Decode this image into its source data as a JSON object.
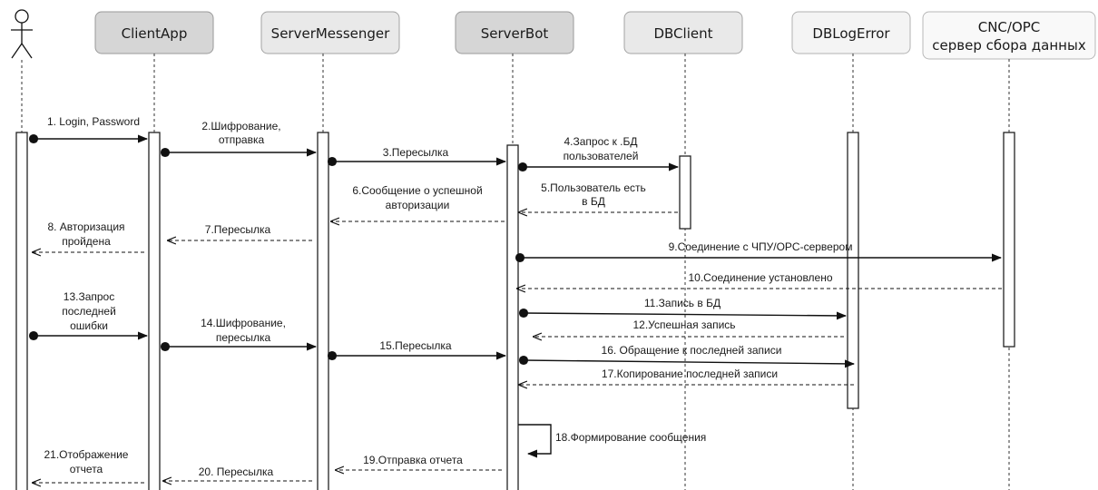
{
  "actor": {
    "name": ""
  },
  "participants": [
    {
      "id": "client",
      "label": "ClientApp",
      "fill": "#d6d6d6"
    },
    {
      "id": "srvmsg",
      "label": "ServerMessenger",
      "fill": "#e9e9e9"
    },
    {
      "id": "srvbot",
      "label": "ServerBot",
      "fill": "#d6d6d6"
    },
    {
      "id": "dbclient",
      "label": "DBClient",
      "fill": "#e9e9e9"
    },
    {
      "id": "dblog",
      "label": "DBLogError",
      "fill": "#f4f4f4"
    },
    {
      "id": "cnc",
      "label": "CNC/OPC",
      "label2": "сервер сбора данных",
      "fill": "#f9f9f9"
    }
  ],
  "messages": [
    {
      "n": 1,
      "from": "actor",
      "to": "client",
      "style": "solid",
      "label": [
        "1. Login, Password"
      ]
    },
    {
      "n": 2,
      "from": "client",
      "to": "srvmsg",
      "style": "solid",
      "label": [
        "2.Шифрование,",
        "отправка"
      ]
    },
    {
      "n": 3,
      "from": "srvmsg",
      "to": "srvbot",
      "style": "solid",
      "label": [
        "3.Пересылка"
      ]
    },
    {
      "n": 4,
      "from": "srvbot",
      "to": "dbclient",
      "style": "solid",
      "label": [
        "4.Запрос к .БД",
        "пользователей"
      ]
    },
    {
      "n": 5,
      "from": "dbclient",
      "to": "srvbot",
      "style": "dashed",
      "label": [
        "5.Пользователь есть",
        "в БД"
      ]
    },
    {
      "n": 6,
      "from": "srvbot",
      "to": "srvmsg",
      "style": "dashed",
      "label": [
        "6.Сообщение о успешной",
        "авторизации"
      ]
    },
    {
      "n": 7,
      "from": "srvmsg",
      "to": "client",
      "style": "dashed",
      "label": [
        "7.Пересылка"
      ]
    },
    {
      "n": 8,
      "from": "client",
      "to": "actor",
      "style": "dashed",
      "label": [
        "8. Авторизация",
        "пройдена"
      ]
    },
    {
      "n": 9,
      "from": "srvbot",
      "to": "cnc",
      "style": "solid",
      "label": [
        "9.Соединение с ЧПУ/OPC-сервером"
      ]
    },
    {
      "n": 10,
      "from": "cnc",
      "to": "srvbot",
      "style": "dashed",
      "label": [
        "10.Соединение установлено"
      ]
    },
    {
      "n": 11,
      "from": "srvbot",
      "to": "dblog",
      "style": "solid",
      "label": [
        "11.Запись в БД"
      ]
    },
    {
      "n": 12,
      "from": "dblog",
      "to": "srvbot",
      "style": "dashed",
      "label": [
        "12.Успешная запись"
      ]
    },
    {
      "n": 13,
      "from": "actor",
      "to": "client",
      "style": "solid",
      "label": [
        "13.Запрос",
        "последней",
        "ошибки"
      ]
    },
    {
      "n": 14,
      "from": "client",
      "to": "srvmsg",
      "style": "solid",
      "label": [
        "14.Шифрование,",
        "пересылка"
      ]
    },
    {
      "n": 15,
      "from": "srvmsg",
      "to": "srvbot",
      "style": "solid",
      "label": [
        "15.Пересылка"
      ]
    },
    {
      "n": 16,
      "from": "srvbot",
      "to": "dblog",
      "style": "solid",
      "label": [
        "16. Обращение к последней записи"
      ]
    },
    {
      "n": 17,
      "from": "dblog",
      "to": "srvbot",
      "style": "dashed",
      "label": [
        "17.Копирование последней записи"
      ]
    },
    {
      "n": 18,
      "from": "srvbot",
      "to": "srvbot",
      "style": "self",
      "label": [
        "18.Формирование сообщения"
      ]
    },
    {
      "n": 19,
      "from": "srvbot",
      "to": "srvmsg",
      "style": "dashed",
      "label": [
        "19.Отправка отчета"
      ]
    },
    {
      "n": 20,
      "from": "srvmsg",
      "to": "client",
      "style": "dashed",
      "label": [
        "20. Пересылка"
      ]
    },
    {
      "n": 21,
      "from": "client",
      "to": "actor",
      "style": "dashed",
      "label": [
        "21.Отображение",
        "отчета"
      ]
    }
  ]
}
